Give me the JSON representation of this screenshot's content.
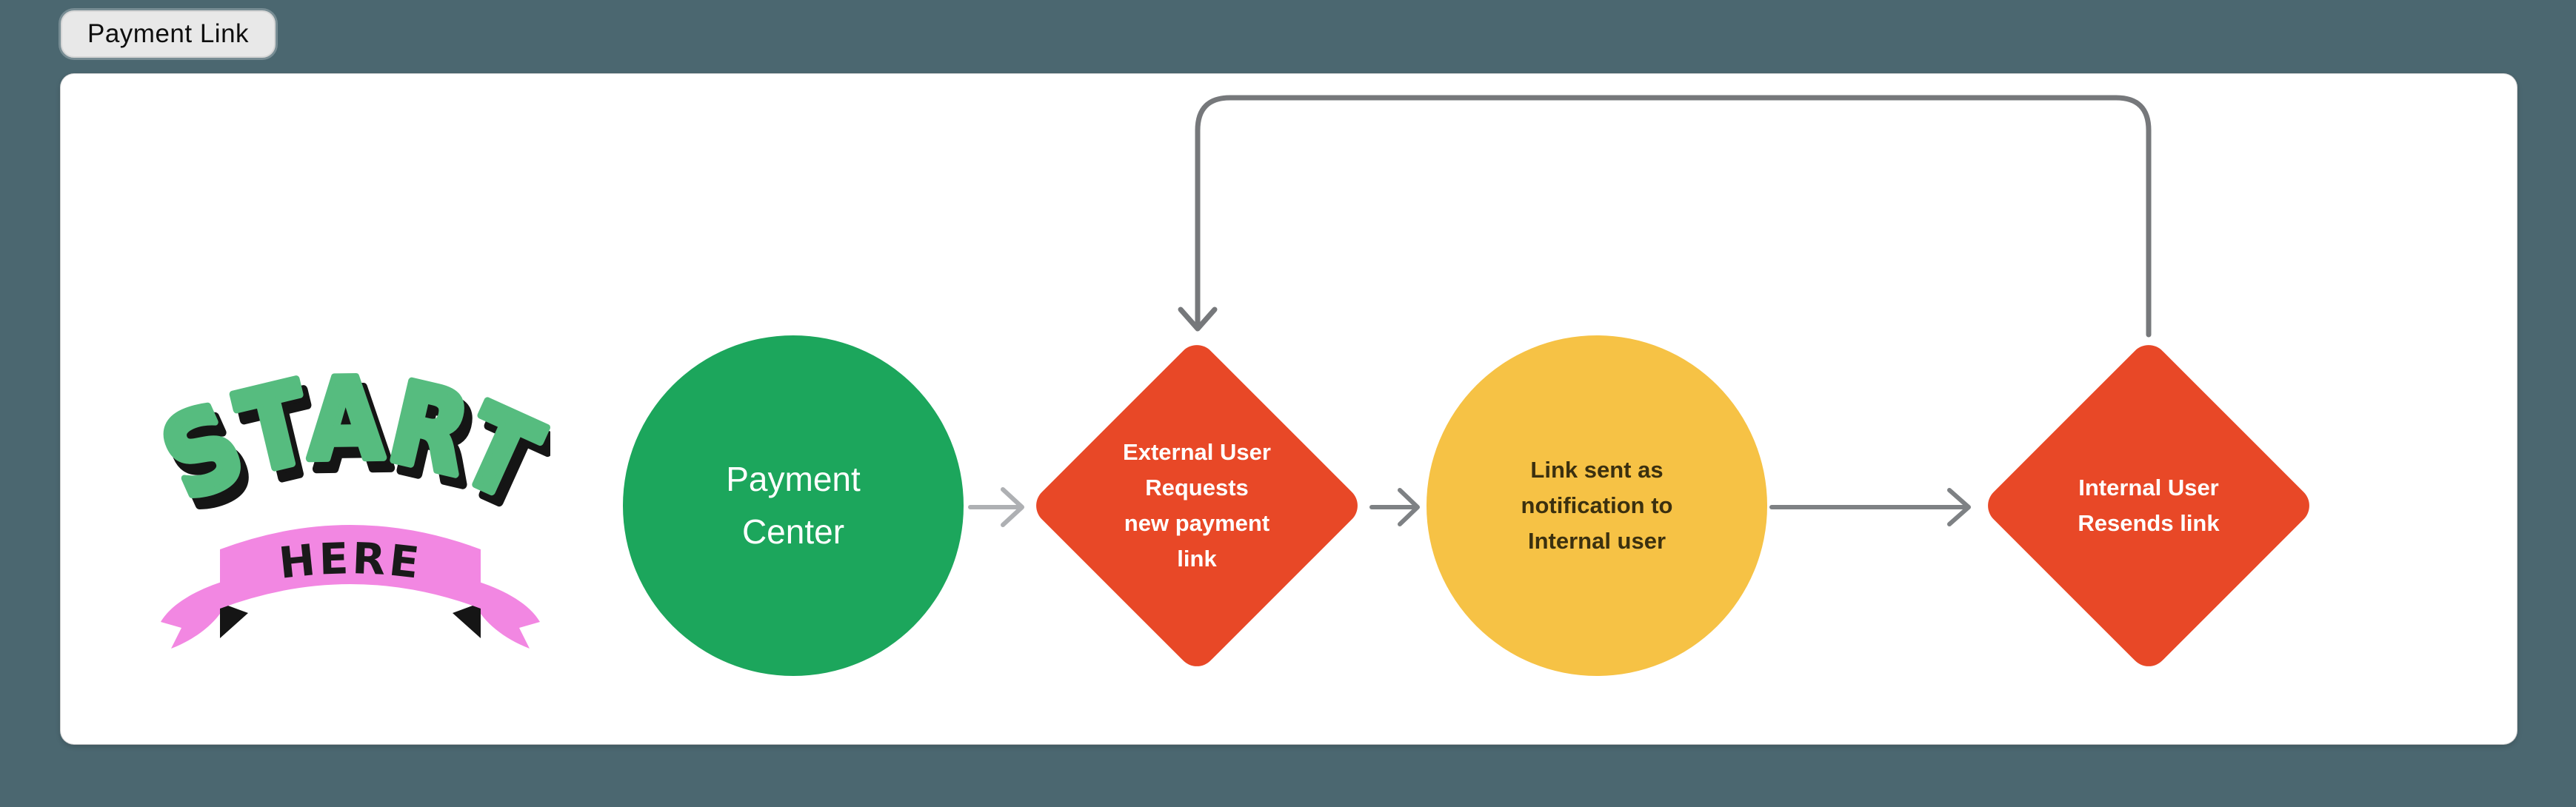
{
  "board": {
    "section_label": "Payment Link",
    "background_color": "#4B6770",
    "canvas_color": "#FFFFFF"
  },
  "sticker": {
    "arch_text": "START",
    "banner_text": "HERE",
    "colors": {
      "letters": "#56BC7F",
      "letter_shadow": "#151515",
      "banner": "#F287E2",
      "banner_text": "#1A1A1A"
    }
  },
  "nodes": [
    {
      "id": "payment-center",
      "shape": "circle",
      "fill": "#1CA65C",
      "text_color": "#FFFFFF",
      "label": "Payment\nCenter"
    },
    {
      "id": "external-user-requests",
      "shape": "diamond",
      "fill": "#E84827",
      "text_color": "#FFFFFF",
      "label": "External User\nRequests\nnew payment\nlink"
    },
    {
      "id": "link-sent-notification",
      "shape": "circle",
      "fill": "#F6C245",
      "text_color": "#3B300F",
      "label": "Link sent as\nnotification to\nInternal user"
    },
    {
      "id": "internal-user-resends",
      "shape": "diamond",
      "fill": "#E84827",
      "text_color": "#FFFFFF",
      "label": "Internal User\nResends link"
    }
  ],
  "connectors": {
    "payment-center-to-external-user": {
      "style": "textured",
      "color": "#AEB0B3"
    },
    "external-user-to-link-sent": {
      "style": "solid",
      "color": "#7E8184"
    },
    "link-sent-to-internal-user": {
      "style": "solid",
      "color": "#7E8184"
    },
    "internal-user-loop-to-external-user": {
      "style": "solid",
      "color": "#76787B"
    }
  }
}
